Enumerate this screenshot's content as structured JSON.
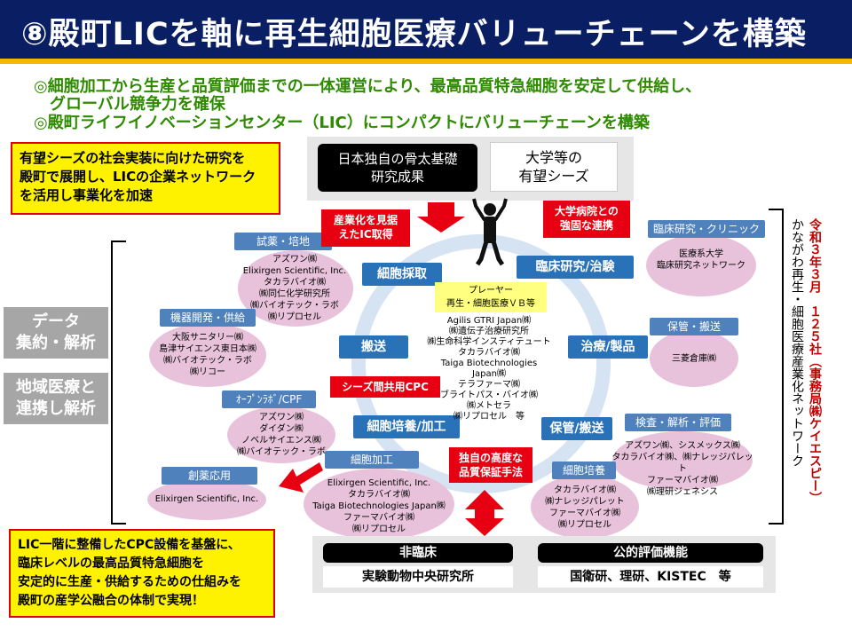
{
  "title": "⑧殿町LICを軸に再生細胞医療バリューチェーンを構築",
  "bullets": [
    "◎細胞加工から生産と品質評価までの一体運営により、最高品質特急細胞を安定して供給し、",
    "　グローバル競争力を確保",
    "◎殿町ライフイノベーションセンター（LIC）にコンパクトにバリューチェーンを構築"
  ],
  "top_left_box": [
    "有望シーズの社会実装に向けた研究を",
    "殿町で展開し、LICの企業ネットワーク",
    "を活用し事業化を加速"
  ],
  "top_center": {
    "black_box": [
      "日本独自の骨太基礎",
      "研究成果"
    ],
    "white_box": [
      "大学等の",
      "有望シーズ"
    ]
  },
  "red_labels": {
    "ic": [
      "産業化を見据",
      "えたIC取得"
    ],
    "hospital": [
      "大学病院との",
      "強固な連携"
    ],
    "cpc": "シーズ間共用CPC",
    "quality": [
      "独自の高度な",
      "品質保証手法"
    ]
  },
  "cycle_labels": {
    "saibo_saishu": "細胞採取",
    "rinsho_chiken": "臨床研究/治験",
    "hanso": "搬送",
    "chiryo": "治療/製品",
    "baiyo_kako": "細胞培養/加工",
    "hokan_hanso": "保管/搬送"
  },
  "center": {
    "player_title": "プレーヤー",
    "player_sub": "再生・細胞医療ＶＢ等",
    "list": [
      "Agilis GTRI Japan㈱",
      "㈱遺伝子治療研究所",
      "㈱生命科学インスティテュート",
      "タカラバイオ㈱",
      "Taiga Biotechnologies",
      "Japan㈱",
      "テラファーマ㈱",
      "ブライトパス・バイオ㈱",
      "㈱メトセラ",
      "㈱リプロセル　等"
    ]
  },
  "groups": {
    "shiyaku": {
      "label": "試薬・培地",
      "items": [
        "アズワン㈱",
        "Elixirgen Scientific, Inc.",
        "タカラバイオ㈱",
        "㈱同仁化学研究所",
        "㈱バイオテック・ラボ",
        "㈱リプロセル"
      ]
    },
    "kiki": {
      "label": "機器開発・供給",
      "items": [
        "大阪サニタリー㈱",
        "島津サイエンス東日本㈱",
        "㈱バイオテック・ラボ",
        "㈱リコー"
      ]
    },
    "openlab": {
      "label": "ｵｰﾌﾟﾝﾗﾎﾞ/CPF",
      "items": [
        "アズワン㈱",
        "ダイダン㈱",
        "ノベルサイエンス㈱",
        "㈱バイオテック・ラボ"
      ]
    },
    "soyaku": {
      "label": "創薬応用",
      "items": [
        "Elixirgen Scientific, Inc."
      ]
    },
    "kako": {
      "label": "細胞加工",
      "items": [
        "Elixirgen Scientific, Inc.",
        "タカラバイオ㈱",
        "Taiga Biotechnologies Japan㈱",
        "ファーマバイオ㈱",
        "㈱リプロセル"
      ]
    },
    "baiyo": {
      "label": "細胞培養",
      "items": [
        "タカラバイオ㈱",
        "㈱ナレッジパレット",
        "ファーマバイオ㈱",
        "㈱リプロセル"
      ]
    },
    "kensa": {
      "label": "検査・解析・評価",
      "items": [
        "アズワン㈱、シスメックス㈱",
        "タカラバイオ㈱、㈱ナレッジパレット",
        "ファーマバイオ㈱",
        "㈱理研ジェネシス"
      ]
    },
    "hokan": {
      "label": "保管・搬送",
      "items": [
        "三菱倉庫㈱"
      ]
    },
    "rinsho": {
      "label": "臨床研究・クリニック",
      "items": [
        "医療系大学",
        "臨床研究ネットワーク"
      ]
    }
  },
  "side_left": {
    "data": [
      "データ",
      "集約・解析"
    ],
    "region": [
      "地域医療と",
      "連携し解析"
    ]
  },
  "vertical": {
    "col1": "令和３年３月　１２５社（事務局㈱ケイエスピー）",
    "col2": "かながわ再生・細胞医療産業化ネットワーク"
  },
  "bottom_left_box": [
    "LIC一階に整備したCPC設備を基盤に、",
    "臨床レベルの最高品質特急細胞を",
    "安定的に生産・供給するための仕組みを",
    "殿町の産学公融合の体制で実現！"
  ],
  "bottom_center": {
    "nonclinical_label": "非臨床",
    "nonclinical_value": "実験動物中央研究所",
    "public_label": "公的評価機能",
    "public_value": "国衛研、理研、KISTEC　等"
  }
}
